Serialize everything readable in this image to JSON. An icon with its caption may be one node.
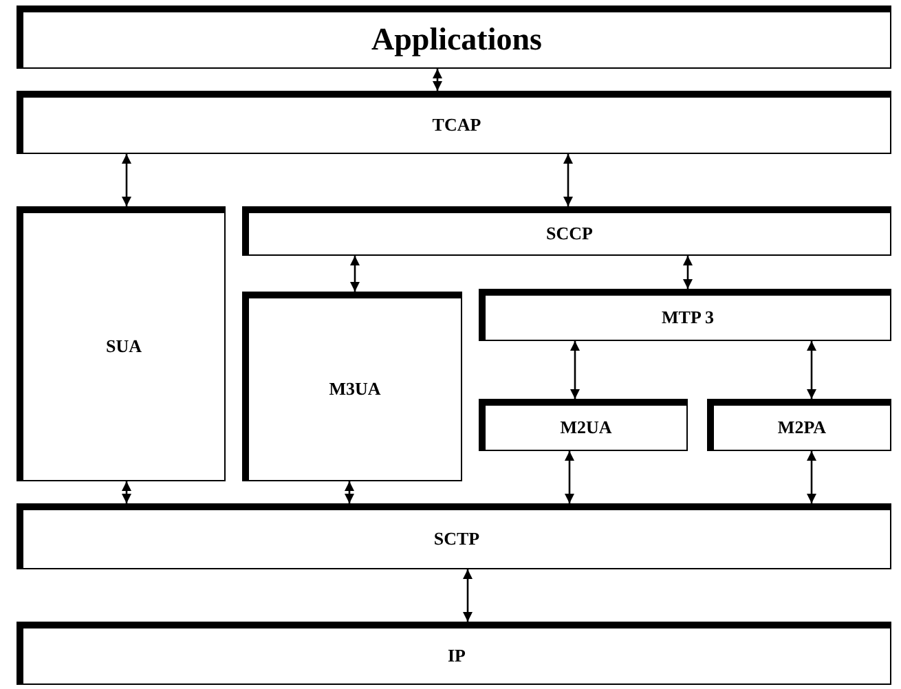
{
  "diagram": {
    "nodes": [
      {
        "text": [
          "Applications"
        ]
      },
      {
        "text": [
          "TCAP"
        ]
      },
      {
        "text": [
          "SUA"
        ]
      },
      {
        "text": [
          "SCCP"
        ]
      },
      {
        "text": [
          "M3UA"
        ]
      },
      {
        "text": [
          "MTP 3"
        ]
      },
      {
        "text": [
          "M2UA"
        ]
      },
      {
        "text": [
          "M2PA"
        ]
      },
      {
        "text": [
          "SCTP"
        ]
      },
      {
        "text": [
          "IP"
        ]
      }
    ],
    "edges": [
      {
        "from": 0,
        "to": 1,
        "arrow": "both"
      },
      {
        "from": 1,
        "to": 2,
        "arrow": "both"
      },
      {
        "from": 1,
        "to": 3,
        "arrow": "both"
      },
      {
        "from": 3,
        "to": 4,
        "arrow": "both"
      },
      {
        "from": 3,
        "to": 5,
        "arrow": "both"
      },
      {
        "from": 5,
        "to": 6,
        "arrow": "both"
      },
      {
        "from": 5,
        "to": 7,
        "arrow": "both"
      },
      {
        "from": 2,
        "to": 8,
        "arrow": "both"
      },
      {
        "from": 4,
        "to": 8,
        "arrow": "both"
      },
      {
        "from": 6,
        "to": 8,
        "arrow": "both"
      },
      {
        "from": 7,
        "to": 8,
        "arrow": "both"
      },
      {
        "from": 8,
        "to": 9,
        "arrow": "both"
      }
    ]
  }
}
